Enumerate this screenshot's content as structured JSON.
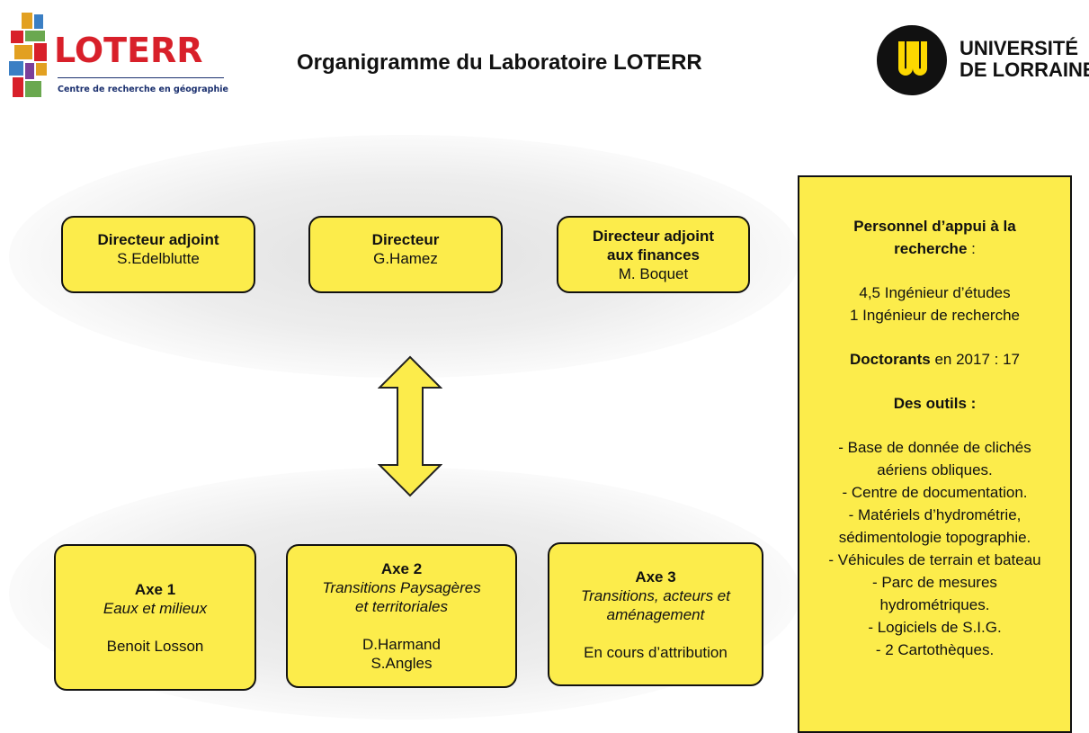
{
  "header": {
    "title": "Organigramme du Laboratoire LOTERR",
    "loterr_logo": {
      "name": "LOTERR",
      "tagline": "Centre de recherche en géographie"
    },
    "ul_logo": {
      "line1": "UNIVERSITÉ",
      "line2": "DE LORRAINE"
    }
  },
  "direction": [
    {
      "role": "Directeur adjoint",
      "person": "S.Edelblutte"
    },
    {
      "role": "Directeur",
      "person": "G.Hamez"
    },
    {
      "role_line1": "Directeur adjoint",
      "role_line2": "aux finances",
      "person": "M. Boquet"
    }
  ],
  "axes": [
    {
      "title": "Axe 1",
      "subtitle": "Eaux et milieux",
      "people": [
        "Benoit Losson"
      ]
    },
    {
      "title": "Axe 2",
      "subtitle_line1": "Transitions Paysagères",
      "subtitle_line2": "et territoriales",
      "people": [
        "D.Harmand",
        "S.Angles"
      ]
    },
    {
      "title": "Axe 3",
      "subtitle_line1": "Transitions, acteurs et",
      "subtitle_line2": "aménagement",
      "people": [
        "En cours d’attribution"
      ]
    }
  ],
  "support": {
    "heading_bold_1": "Personnel d’appui à la",
    "heading_bold_2": "recherche",
    "heading_suffix": " :",
    "staff": [
      "4,5 Ingénieur d’études",
      "1 Ingénieur de recherche"
    ],
    "doctorants_label": "Doctorants",
    "doctorants_text": " en 2017 : 17",
    "tools_heading": "Des outils :",
    "tools": [
      "- Base de donnée de clichés",
      "aériens obliques.",
      "- Centre de documentation.",
      "- Matériels d’hydrométrie,",
      "sédimentologie topographie.",
      "- Véhicules de terrain et bateau",
      "- Parc de mesures",
      "hydrométriques.",
      "- Logiciels de S.I.G.",
      "- 2 Cartothèques."
    ]
  },
  "colors": {
    "box_fill": "#fcec4b",
    "loterr_red": "#d8202a",
    "loterr_blue": "#1a2f6e"
  },
  "icons": {
    "arrow": "double-vertical-arrow"
  }
}
